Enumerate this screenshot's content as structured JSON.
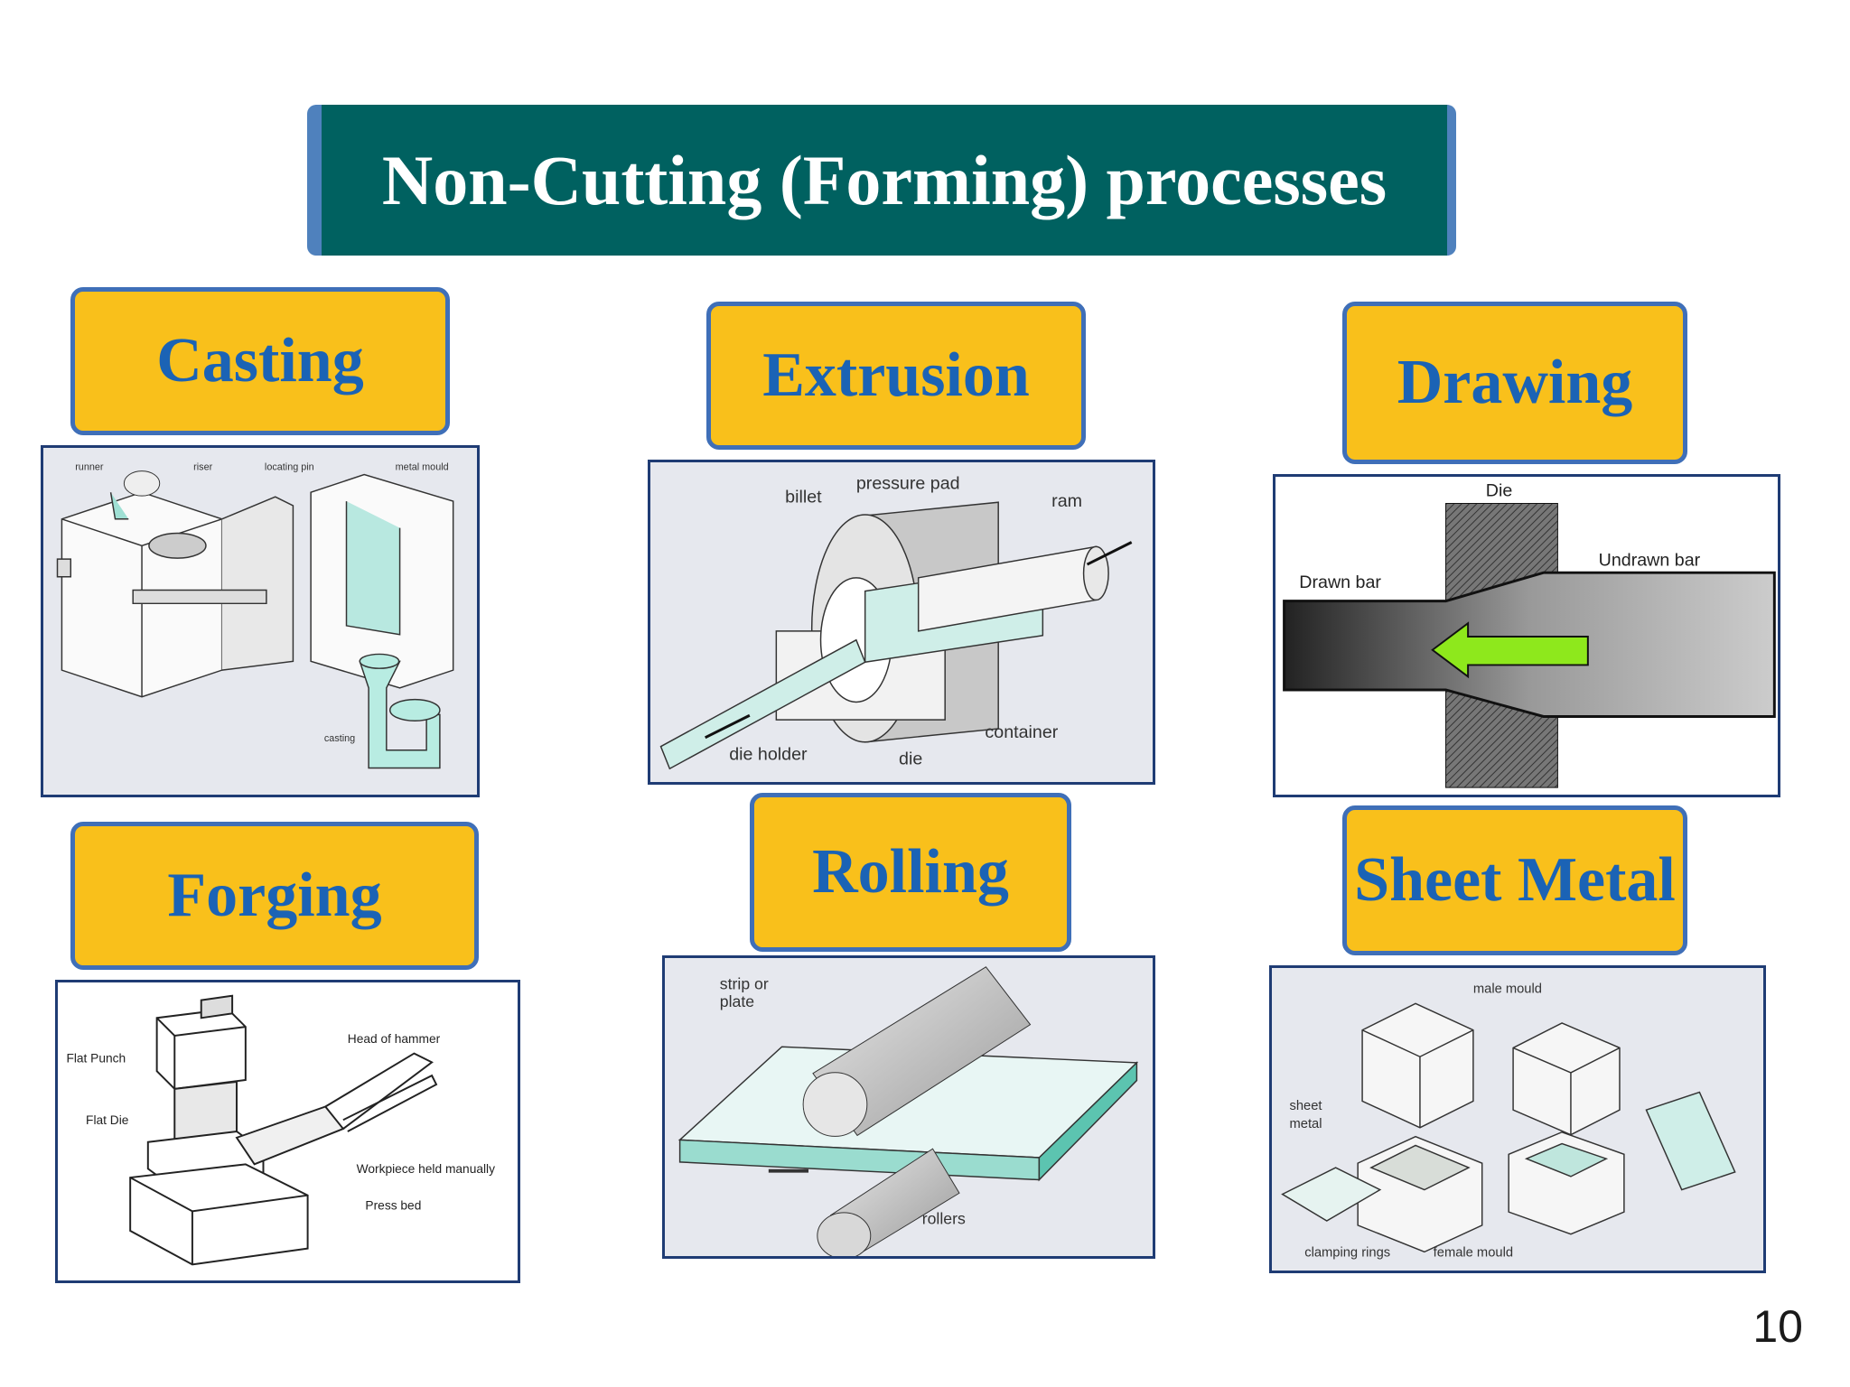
{
  "slide": {
    "title": "Non-Cutting (Forming) processes",
    "page_number": "10"
  },
  "processes": {
    "casting": {
      "label": "Casting",
      "diagram": {
        "runner": "runner",
        "riser": "riser",
        "locating_pin": "locating pin",
        "metal_mould": "metal mould",
        "casting": "casting"
      }
    },
    "extrusion": {
      "label": "Extrusion",
      "diagram": {
        "billet": "billet",
        "pressure_pad": "pressure pad",
        "ram": "ram",
        "container": "container",
        "die_holder": "die holder",
        "die": "die"
      }
    },
    "drawing": {
      "label": "Drawing",
      "diagram": {
        "die": "Die",
        "drawn_bar": "Drawn bar",
        "undrawn_bar": "Undrawn bar"
      }
    },
    "forging": {
      "label": "Forging",
      "diagram": {
        "flat_punch": "Flat Punch",
        "head_of_hammer": "Head of hammer",
        "flat_die": "Flat Die",
        "workpiece": "Workpiece held manually",
        "press_bed": "Press bed"
      }
    },
    "rolling": {
      "label": "Rolling",
      "diagram": {
        "strip_line1": "strip or",
        "strip_line2": "plate",
        "rollers": "rollers"
      }
    },
    "sheet_metal": {
      "label": "Sheet Metal",
      "diagram": {
        "male_mould": "male mould",
        "sheet_line1": "sheet",
        "sheet_line2": "metal",
        "clamping_rings": "clamping rings",
        "female_mould": "female mould"
      }
    }
  }
}
